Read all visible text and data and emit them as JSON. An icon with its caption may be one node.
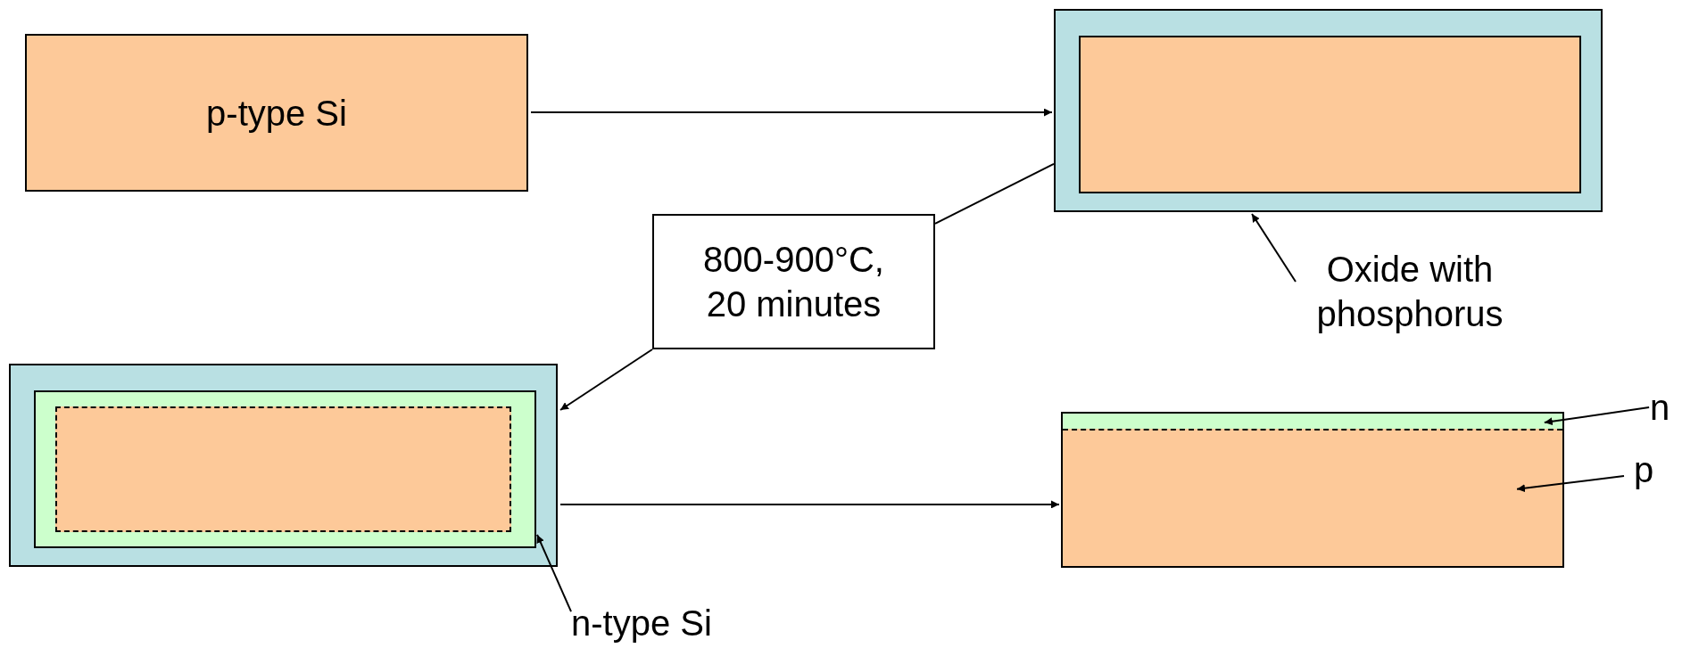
{
  "diagram": {
    "nodes": [
      {
        "text": [
          "p-type Si"
        ]
      },
      {
        "text": [],
        "shape": "box"
      },
      {
        "text": [],
        "shape": "box",
        "in": 1
      },
      {
        "text": [
          "800-900°C, 20 minutes"
        ]
      },
      {
        "text": [],
        "shape": "box"
      },
      {
        "text": [],
        "shape": "box",
        "in": 4
      },
      {
        "text": [],
        "shape": "box",
        "in": 5
      },
      {
        "text": [],
        "shape": "box"
      },
      {
        "text": [],
        "shape": "box",
        "in": 7
      },
      {
        "text": [],
        "shape": "box",
        "in": 7
      },
      {
        "text": [
          "Oxide with phosphorus"
        ]
      },
      {
        "text": [
          "n-type Si"
        ]
      },
      {
        "text": [
          "n"
        ]
      },
      {
        "text": [
          "p"
        ]
      }
    ],
    "edges": [
      {
        "from": 0,
        "to": 1,
        "arrow": "to"
      },
      {
        "from": 1,
        "to": 3,
        "arrow": "none"
      },
      {
        "from": 3,
        "to": 4,
        "arrow": "to"
      },
      {
        "from": 4,
        "to": 7,
        "arrow": "to"
      },
      {
        "from": 10,
        "to": 1,
        "arrow": "to"
      },
      {
        "from": 11,
        "to": 5,
        "arrow": "to"
      },
      {
        "from": 12,
        "to": 8,
        "arrow": "to"
      },
      {
        "from": 13,
        "to": 9,
        "arrow": "to"
      }
    ]
  }
}
